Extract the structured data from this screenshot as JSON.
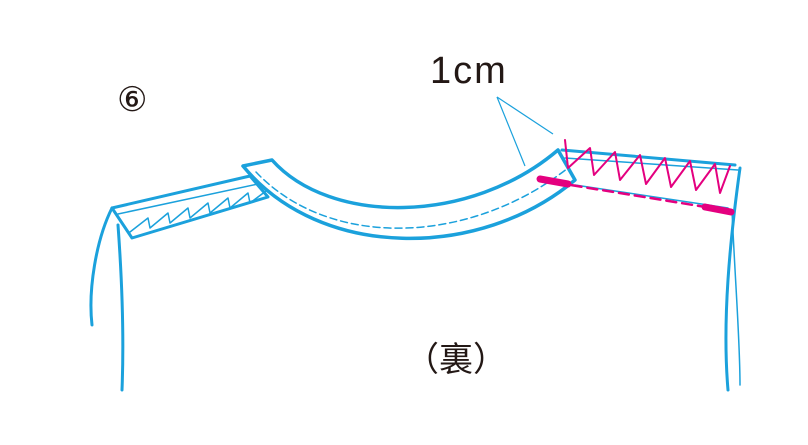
{
  "step_number": "⑥",
  "seam_allowance_label": "1cm",
  "side_label": "（裏）",
  "colors": {
    "fabric_outline": "#1BA1DC",
    "stitch_magenta": "#E4007F",
    "text": "#231815"
  }
}
